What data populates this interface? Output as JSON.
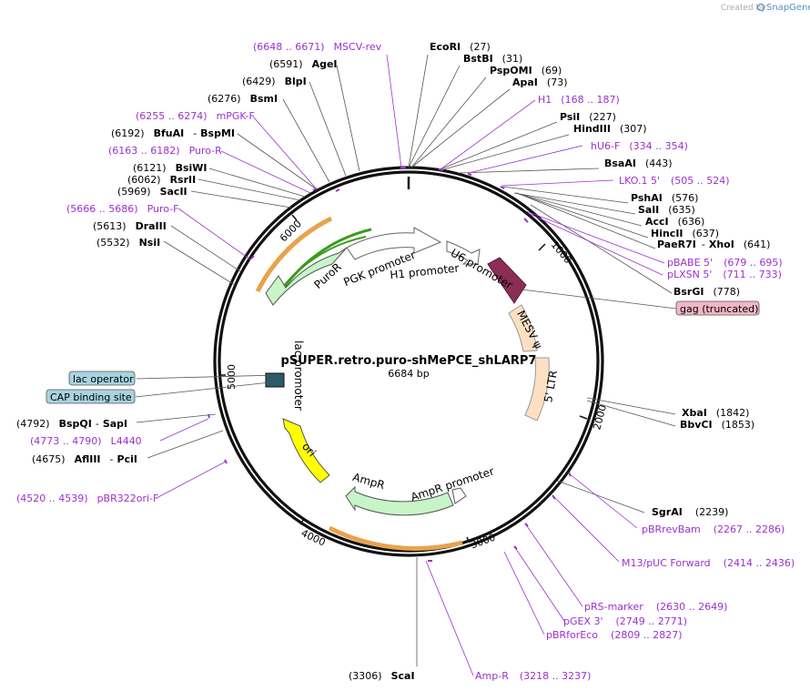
{
  "header": {
    "created_by": "Created by",
    "brand": "SnapGene"
  },
  "plasmid": {
    "name": "pSUPER.retro.puro-shMePCE_shLARP7",
    "size": "6684 bp"
  },
  "ticks": [
    "1000",
    "2000",
    "3000",
    "4000",
    "5000",
    "6000"
  ],
  "sites_right": [
    {
      "name": "EcoRI",
      "pos": "(27)"
    },
    {
      "name": "BstBI",
      "pos": "(31)"
    },
    {
      "name": "PspOMI",
      "pos": "(69)"
    },
    {
      "name": "ApaI",
      "pos": "(73)"
    },
    {
      "name": "PsiI",
      "pos": "(227)"
    },
    {
      "name": "HindIII",
      "pos": "(307)"
    },
    {
      "name": "BsaAI",
      "pos": "(443)"
    },
    {
      "name": "PshAI",
      "pos": "(576)"
    },
    {
      "name": "SalI",
      "pos": "(635)"
    },
    {
      "name": "AccI",
      "pos": "(636)"
    },
    {
      "name": "HincII",
      "pos": "(637)"
    },
    {
      "name": "PaeR7I",
      "pos": ""
    },
    {
      "name": "XhoI",
      "pos": "(641)"
    },
    {
      "name": "BsrGI",
      "pos": "(778)"
    },
    {
      "name": "XbaI",
      "pos": "(1842)"
    },
    {
      "name": "BbvCI",
      "pos": "(1853)"
    },
    {
      "name": "SgrAI",
      "pos": "(2239)"
    },
    {
      "name": "ScaI",
      "pos": "(3306)"
    }
  ],
  "sites_left": [
    {
      "name": "AgeI",
      "pos": "(6591)"
    },
    {
      "name": "BlpI",
      "pos": "(6429)"
    },
    {
      "name": "BsmI",
      "pos": "(6276)"
    },
    {
      "name": "BfuAI",
      "pos": "(6192)"
    },
    {
      "name": "BspMI",
      "pos": ""
    },
    {
      "name": "BsiWI",
      "pos": "(6121)"
    },
    {
      "name": "RsrII",
      "pos": "(6062)"
    },
    {
      "name": "SacII",
      "pos": "(5969)"
    },
    {
      "name": "DraIII",
      "pos": "(5613)"
    },
    {
      "name": "NsiI",
      "pos": "(5532)"
    },
    {
      "name": "BspQI",
      "pos": "(4792)"
    },
    {
      "name": "SapI",
      "pos": ""
    },
    {
      "name": "AflIII",
      "pos": "(4675)"
    },
    {
      "name": "PciI",
      "pos": ""
    }
  ],
  "primers": [
    {
      "name": "MSCV-rev",
      "pos": "(6648 .. 6671)"
    },
    {
      "name": "H1",
      "pos": "(168 .. 187)"
    },
    {
      "name": "hU6-F",
      "pos": "(334 .. 354)"
    },
    {
      "name": "LKO.1 5'",
      "pos": "(505 .. 524)"
    },
    {
      "name": "pBABE 5'",
      "pos": "(679 .. 695)"
    },
    {
      "name": "pLXSN 5'",
      "pos": "(711 .. 733)"
    },
    {
      "name": "mPGK-F",
      "pos": "(6255 .. 6274)"
    },
    {
      "name": "Puro-R",
      "pos": "(6163 .. 6182)"
    },
    {
      "name": "Puro-F",
      "pos": "(5666 .. 5686)"
    },
    {
      "name": "L4440",
      "pos": "(4773 .. 4790)"
    },
    {
      "name": "pBR322ori-F",
      "pos": "(4520 .. 4539)"
    },
    {
      "name": "pBRrevBam",
      "pos": "(2267 .. 2286)"
    },
    {
      "name": "M13/pUC Forward",
      "pos": "(2414 .. 2436)"
    },
    {
      "name": "pRS-marker",
      "pos": "(2630 .. 2649)"
    },
    {
      "name": "pGEX 3'",
      "pos": "(2749 .. 2771)"
    },
    {
      "name": "pBRforEco",
      "pos": "(2809 .. 2827)"
    },
    {
      "name": "Amp-R",
      "pos": "(3218 .. 3237)"
    }
  ],
  "boxed_features": [
    {
      "name": "gag (truncated)",
      "color": "#f2b6c6"
    },
    {
      "name": "lac operator",
      "color": "#a8d3e0"
    },
    {
      "name": "CAP binding site",
      "color": "#a8d3e0"
    }
  ],
  "features": {
    "puror": "PuroR",
    "pgk_promoter": "PGK promoter",
    "h1_promoter": "H1 promoter",
    "u6_promoter": "U6 promoter",
    "mesv": "MESV ψ",
    "ltr": "5' LTR",
    "lac_promoter": "lac promoter",
    "ori": "ori",
    "ampr": "AmpR",
    "ampr_promoter": "AmpR promoter"
  },
  "colors": {
    "primer": "#9b30d0",
    "puror": "#c8f5c8",
    "ori": "#ffff00",
    "gag": "#8b2e56",
    "ltr": "#fde0c2",
    "orange_arc": "#e9a24c",
    "green_arc": "#3c9b1e"
  }
}
